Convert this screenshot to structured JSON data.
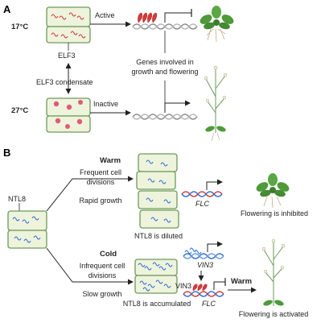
{
  "panel_a": {
    "label": "A",
    "temp_low": "17°C",
    "temp_high": "27°C",
    "active": "Active",
    "inactive": "Inactive",
    "elf3": "ELF3",
    "condensate": "ELF3 condensate",
    "genes_line1": "Genes involved in",
    "genes_line2": "growth and flowering"
  },
  "panel_b": {
    "label": "B",
    "ntl8": "NTL8",
    "warm": "Warm",
    "cold": "Cold",
    "frequent_line1": "Frequent cell",
    "frequent_line2": "divisions",
    "rapid_growth": "Rapid growth",
    "diluted": "NTL8 is diluted",
    "infrequent_line1": "Infrequent cell",
    "infrequent_line2": "divisions",
    "slow_growth": "Slow growth",
    "accumulated": "NTL8 is accumulated",
    "flc_top": "FLC",
    "vin3_top": "VIN3",
    "vin3_protein": "VIN3",
    "flc_bottom": "FLC",
    "warm_bottom": "Warm",
    "inhibited": "Flowering is inhibited",
    "activated": "Flowering is activated"
  },
  "colors": {
    "temp_cold": "#3a8fd6",
    "temp_warm": "#d23b3b",
    "cell_fill": "#eef3dc",
    "cell_stroke": "#6e9a5a",
    "condensate": "#e05a7a",
    "dna_gray": "#8a8a8a",
    "dna_red": "#d23b3b",
    "dna_blue": "#2f6fd0",
    "protein_blue": "#2f6fd0",
    "protein_red": "#d23b3b",
    "leaf": "#4f9a3a"
  }
}
